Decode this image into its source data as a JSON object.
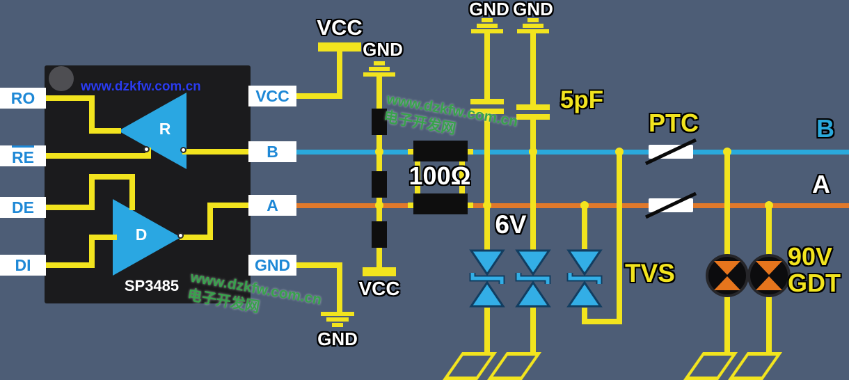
{
  "colors": {
    "background": "#4d5d76",
    "wire_yellow": "#f2e41e",
    "line_b": "#2aa9dc",
    "line_a": "#e0792b",
    "amp_blue": "#2aa7e2",
    "gdt_orange": "#e6751d",
    "pin_text_blue": "#1e88d6"
  },
  "chip": {
    "part_number": "SP3485",
    "receiver_label": "R",
    "driver_label": "D",
    "left_pins": [
      {
        "label": "RO"
      },
      {
        "label": "RE"
      },
      {
        "label": "DE"
      },
      {
        "label": "DI"
      }
    ],
    "right_pins": [
      {
        "label": "VCC"
      },
      {
        "label": "B"
      },
      {
        "label": "A"
      },
      {
        "label": "GND"
      }
    ]
  },
  "power_labels": {
    "vcc_top": "VCC",
    "gnd_bias_top": "GND",
    "vcc_bias_bottom": "VCC",
    "gnd_chip": "GND",
    "gnd_cap_left": "GND",
    "gnd_cap_right": "GND"
  },
  "component_labels": {
    "termination_resistor": "100Ω",
    "capacitance": "5pF",
    "tvs_clamp_voltage": "6V",
    "tvs": "TVS",
    "ptc": "PTC",
    "gdt_voltage": "90V",
    "gdt": "GDT"
  },
  "bus_labels": {
    "b": "B",
    "a": "A"
  },
  "watermarks": {
    "blue_url": "www.dzkfw.com.cn",
    "green_url": "www.dzkfw.com.cn",
    "green_site_name": "电子开发网"
  }
}
